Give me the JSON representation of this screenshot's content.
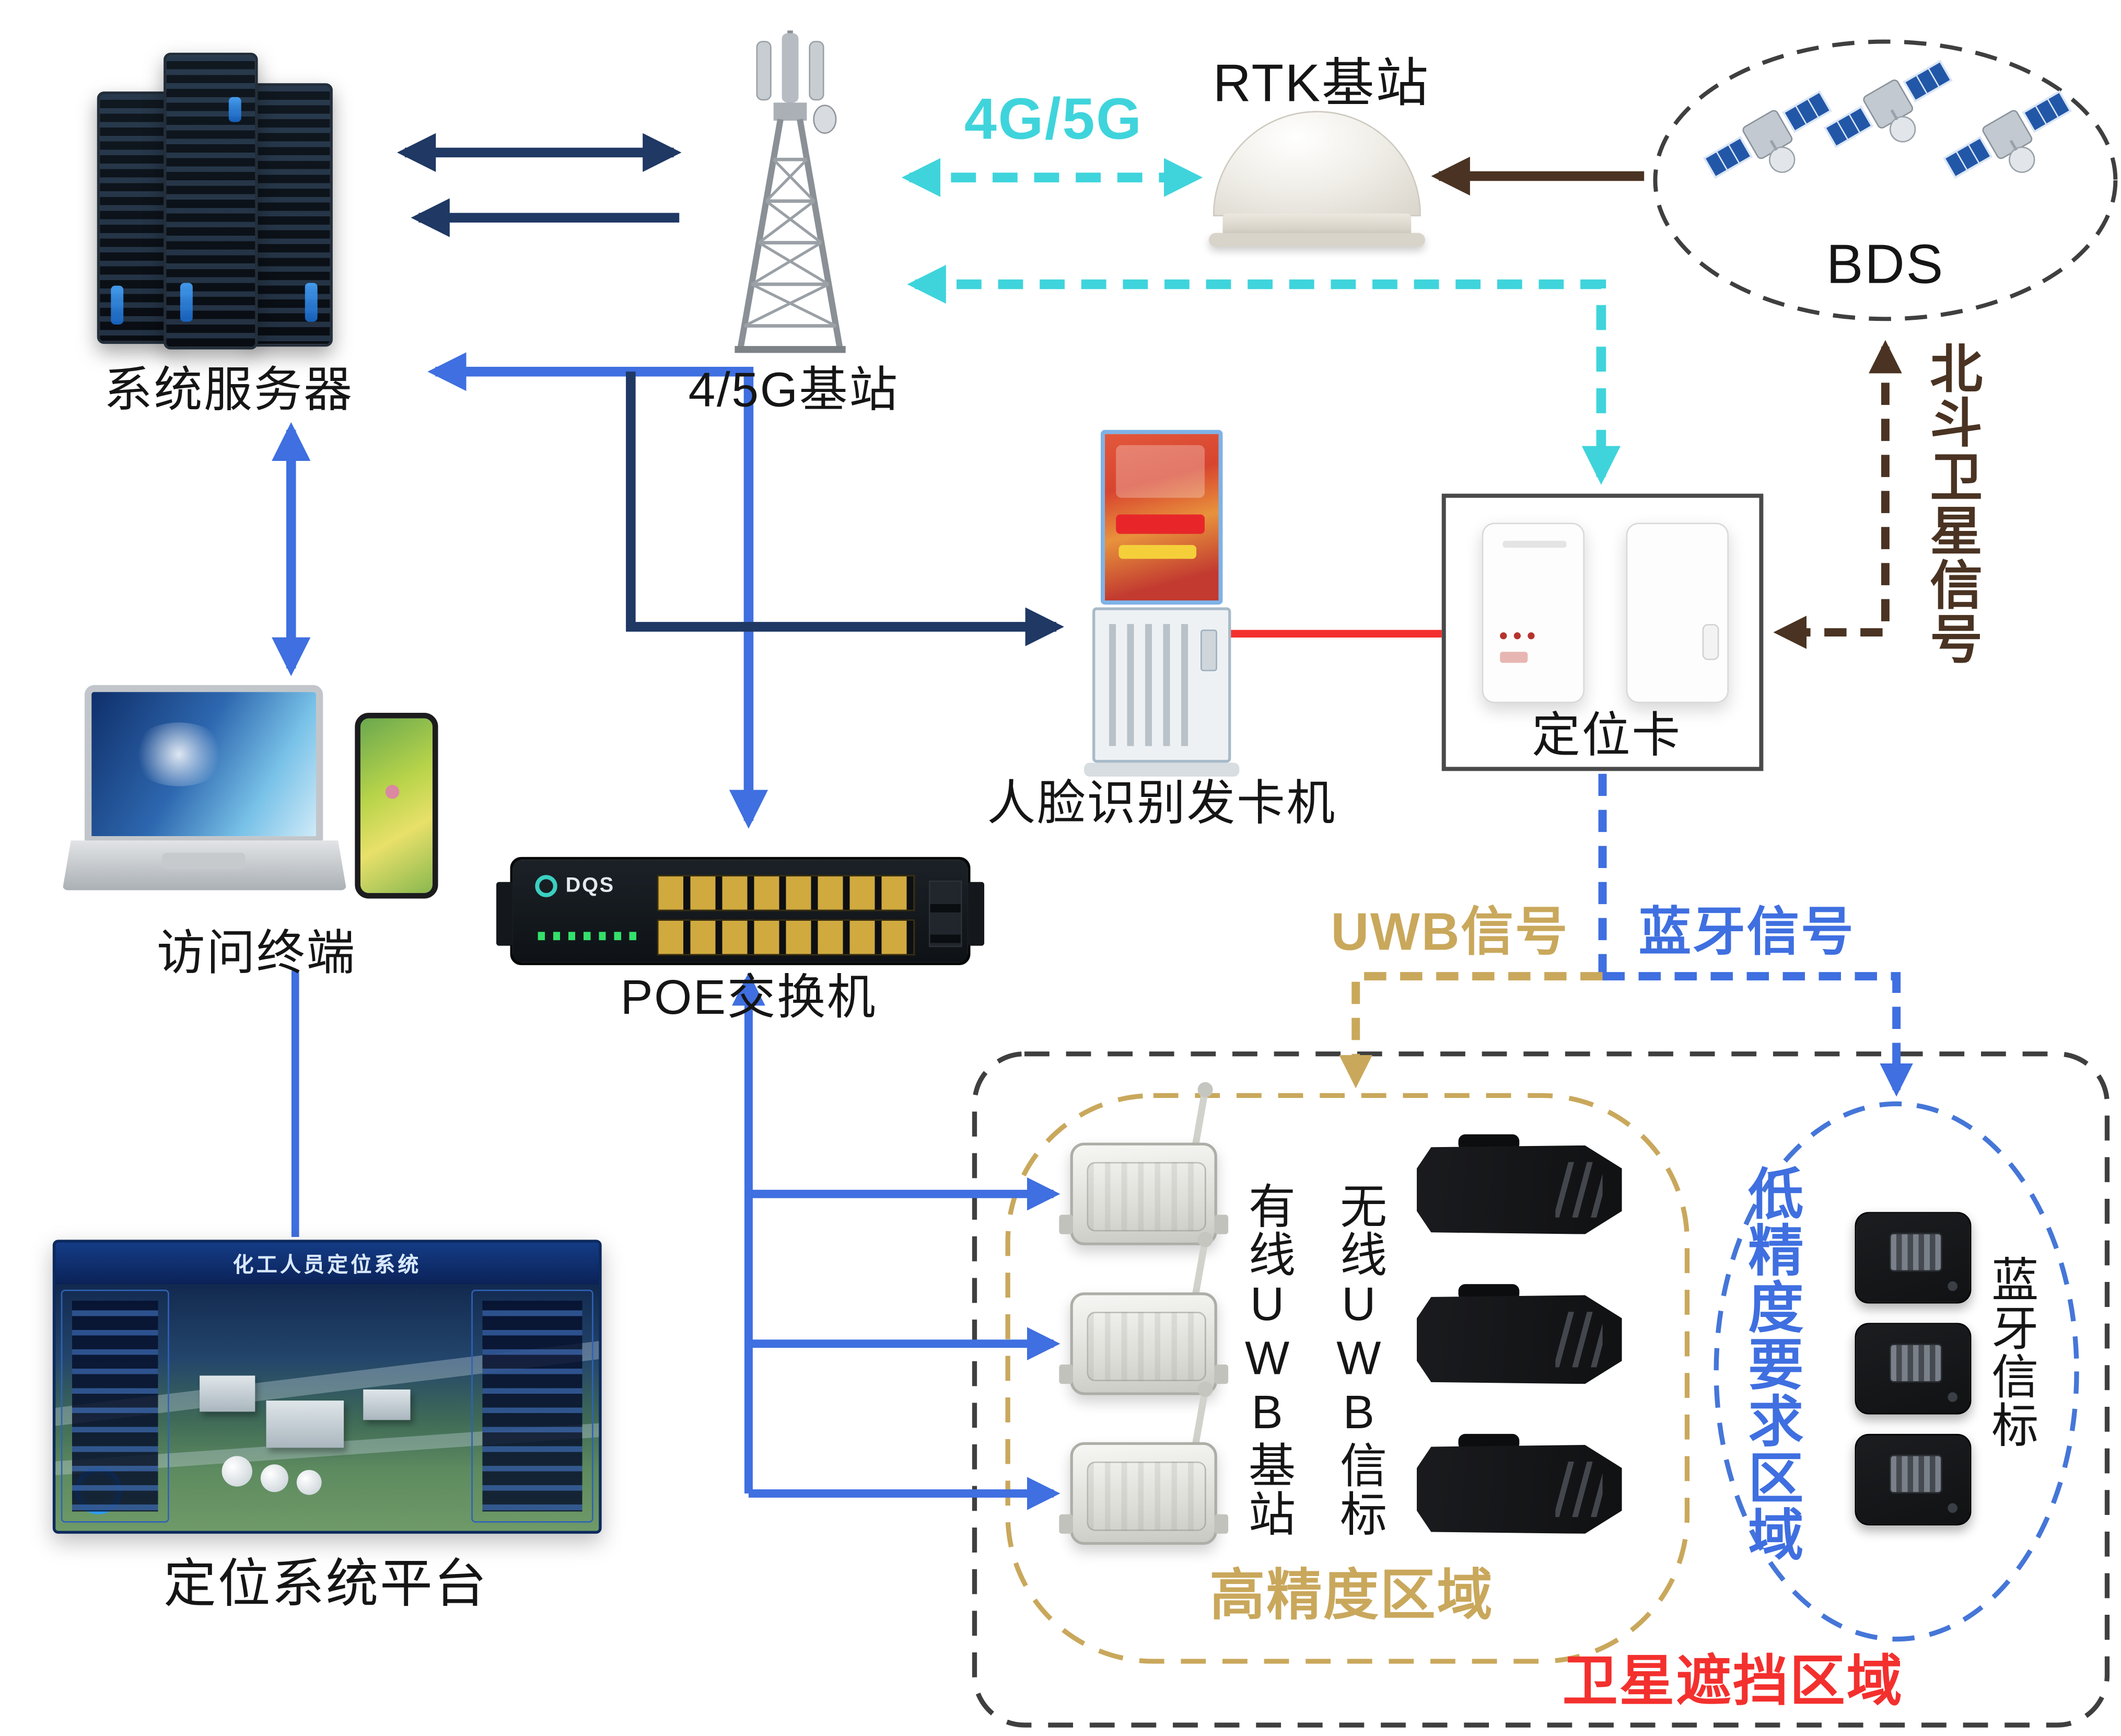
{
  "diagram": {
    "type": "system-architecture",
    "labels": {
      "server": "系统服务器",
      "base_station_45g": "4/5G基站",
      "link_4g5g": "4G/5G",
      "rtk_station": "RTK基站",
      "bds": "BDS",
      "beidou_signal": "北斗卫星信号",
      "face_kiosk": "人脸识别发卡机",
      "locating_card": "定位卡",
      "access_terminal": "访问终端",
      "poe_switch": "POE交换机",
      "poe_logo": "DQS",
      "platform": "定位系统平台",
      "platform_screen_title": "化工人员定位系统",
      "uwb_signal": "UWB信号",
      "bluetooth_signal": "蓝牙信号",
      "wired_uwb_station": "有线UWB基站",
      "wireless_uwb_tag": "无线UWB信标",
      "low_precision_area": "低精度要求区域",
      "bluetooth_beacon": "蓝牙信标",
      "high_precision_area": "高精度区域",
      "satellite_blocked_area": "卫星遮挡区域"
    },
    "colors": {
      "navy_arrow": "#1f3864",
      "blue_arrow": "#3f6fe0",
      "cyan_link": "#3fd4dc",
      "beidou_brown": "#4a3322",
      "red_link": "#f3302e",
      "uwb_tan": "#c9a85c",
      "region_border": "#3f3f3f",
      "low_precision_blue": "#4576d8"
    }
  }
}
